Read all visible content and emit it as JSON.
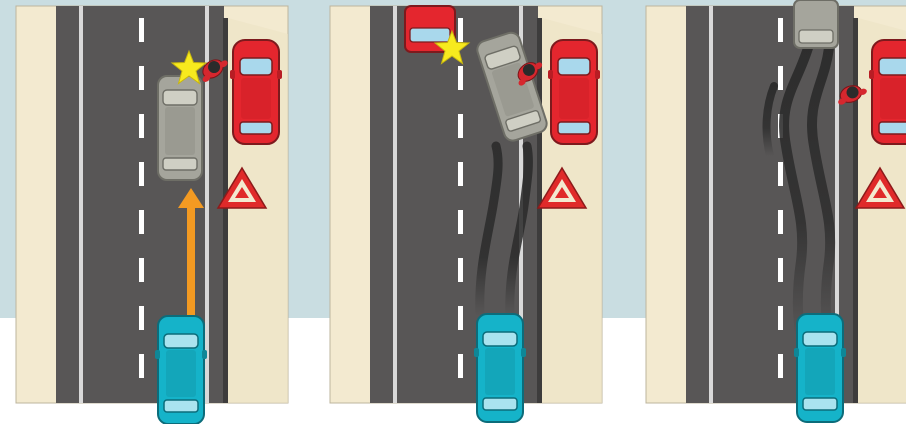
{
  "diagram": {
    "panels": [
      {
        "id": "panel-1",
        "stage": "approach"
      },
      {
        "id": "panel-2",
        "stage": "collision"
      },
      {
        "id": "panel-3",
        "stage": "aftermath"
      }
    ]
  },
  "colors": {
    "sky": "#c9dde1",
    "verge": "#f3ead0",
    "road": "#585656",
    "curb": "#d9d9d9",
    "lane_marking": "#ffffff",
    "parked_car": "#e4262e",
    "parked_car_outline": "#7d1a1d",
    "window": "#a9d8ec",
    "gray_car": "#a5a59c",
    "blue_car": "#15b3c9",
    "blue_car_outline": "#0c6c7a",
    "arrow": "#f39a22",
    "warning_triangle": "#e02a2a",
    "pedestrian": "#d6272e",
    "impact_star": "#f7ea1e",
    "skid_marks": "#2b2b2b"
  },
  "icons": [
    "warning-triangle-icon",
    "impact-star-icon",
    "pedestrian-icon",
    "direction-arrow-icon"
  ]
}
